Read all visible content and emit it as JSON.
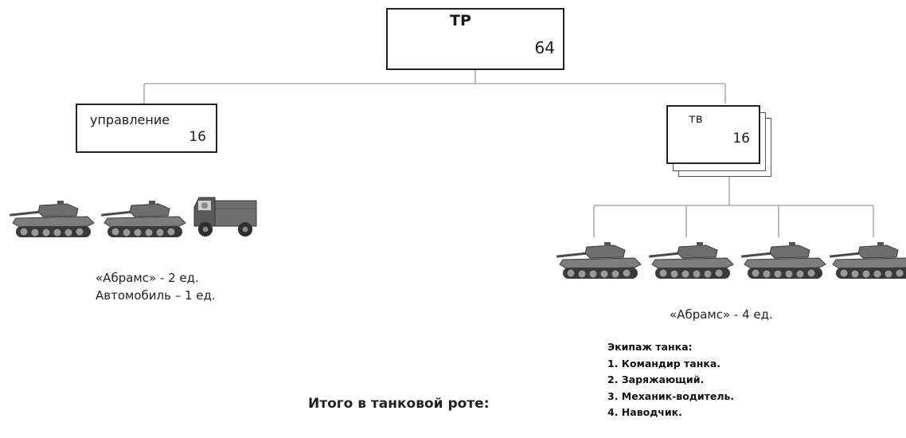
{
  "top": {
    "title": "ТР",
    "count": "64"
  },
  "left_unit": {
    "title": "управление",
    "count": "16"
  },
  "right_unit": {
    "title": "тв",
    "count": "16"
  },
  "left_vehicles": [
    "tank-icon",
    "tank-icon",
    "truck-icon"
  ],
  "right_vehicles": [
    "tank-icon",
    "tank-icon",
    "tank-icon",
    "tank-icon"
  ],
  "left_caption": {
    "line1": "«Абрамс» - 2 ед.",
    "line2": "Автомобиль – 1 ед."
  },
  "right_caption": "«Абрамс» - 4 ед.",
  "crew": {
    "title": "Экипаж танка:",
    "items": [
      "1.  Командир танка.",
      "2.  Заряжающий.",
      "3.  Механик-водитель.",
      "4.  Наводчик."
    ]
  },
  "total_label": "Итого в танковой роте:",
  "colors": {
    "tank_dark": "#3a3a3a",
    "tank_mid": "#6e6e6e",
    "tank_light": "#9a9a9a",
    "line": "#9a9a9a",
    "border": "#222222"
  }
}
